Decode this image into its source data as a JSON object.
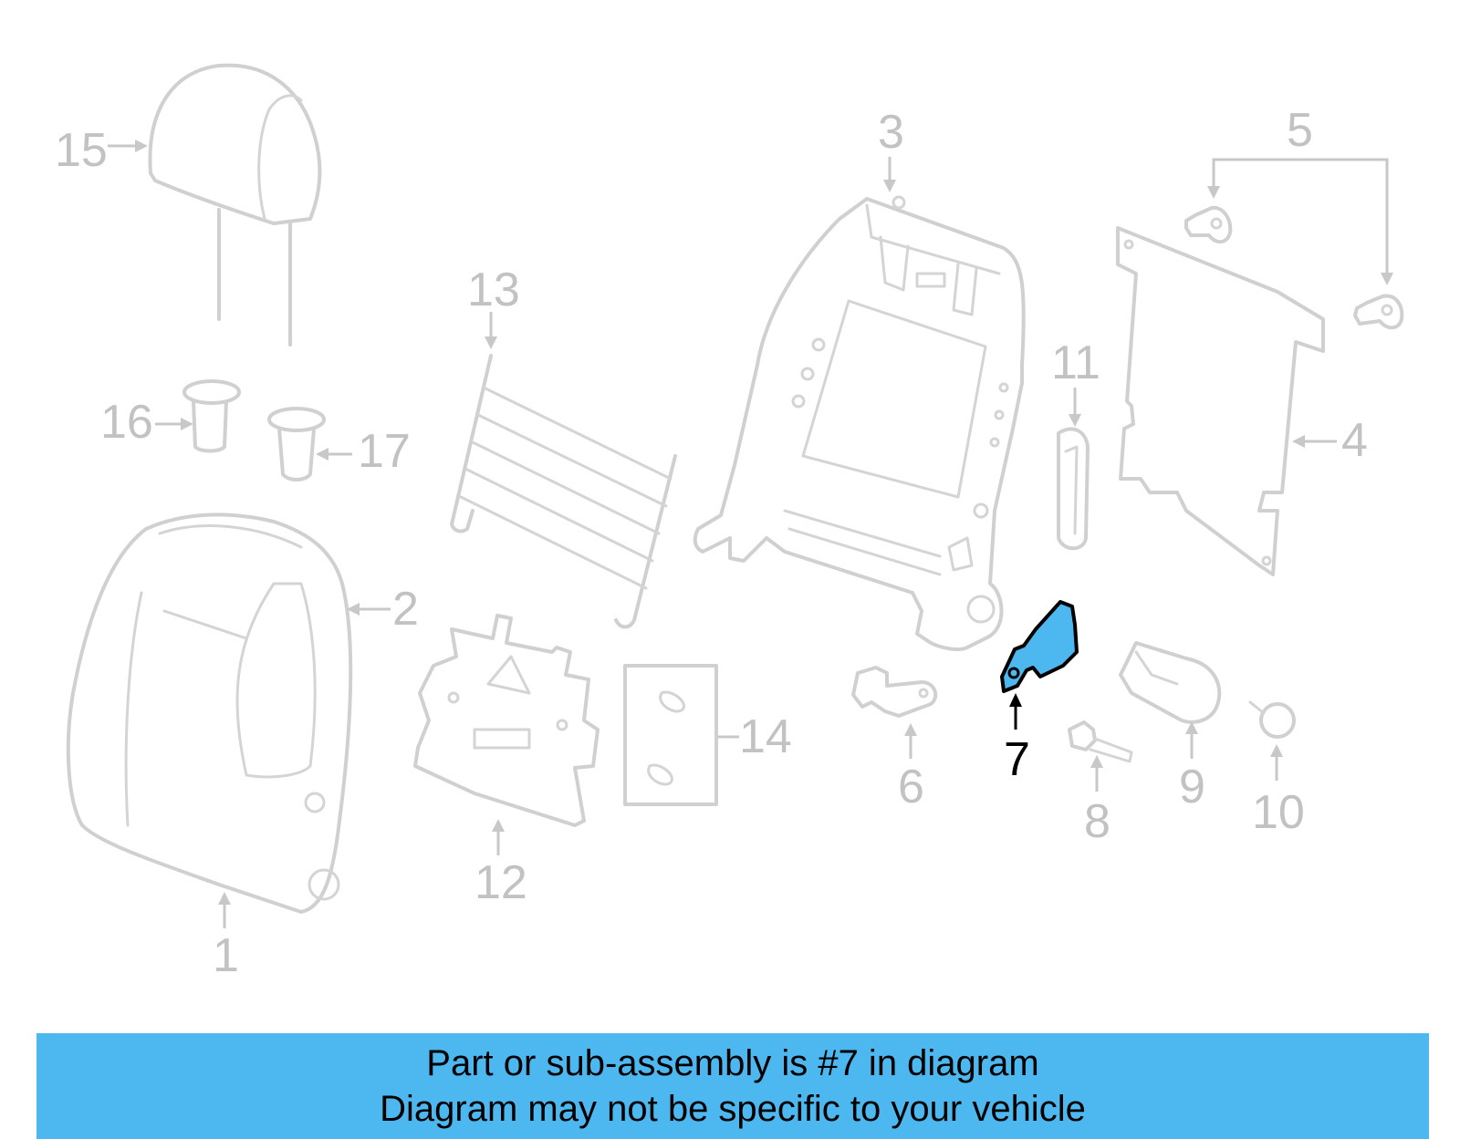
{
  "callouts": {
    "c1": "1",
    "c2": "2",
    "c3": "3",
    "c4": "4",
    "c5": "5",
    "c6": "6",
    "c7": "7",
    "c8": "8",
    "c9": "9",
    "c10": "10",
    "c11": "11",
    "c12": "12",
    "c13": "13",
    "c14": "14",
    "c15": "15",
    "c16": "16",
    "c17": "17"
  },
  "highlight": {
    "part": "7",
    "color": "#4db8f0"
  },
  "banner": {
    "line1": "Part or sub-assembly is #7 in diagram",
    "line2": "Diagram may not be specific to your vehicle",
    "color": "#4db8f0"
  }
}
